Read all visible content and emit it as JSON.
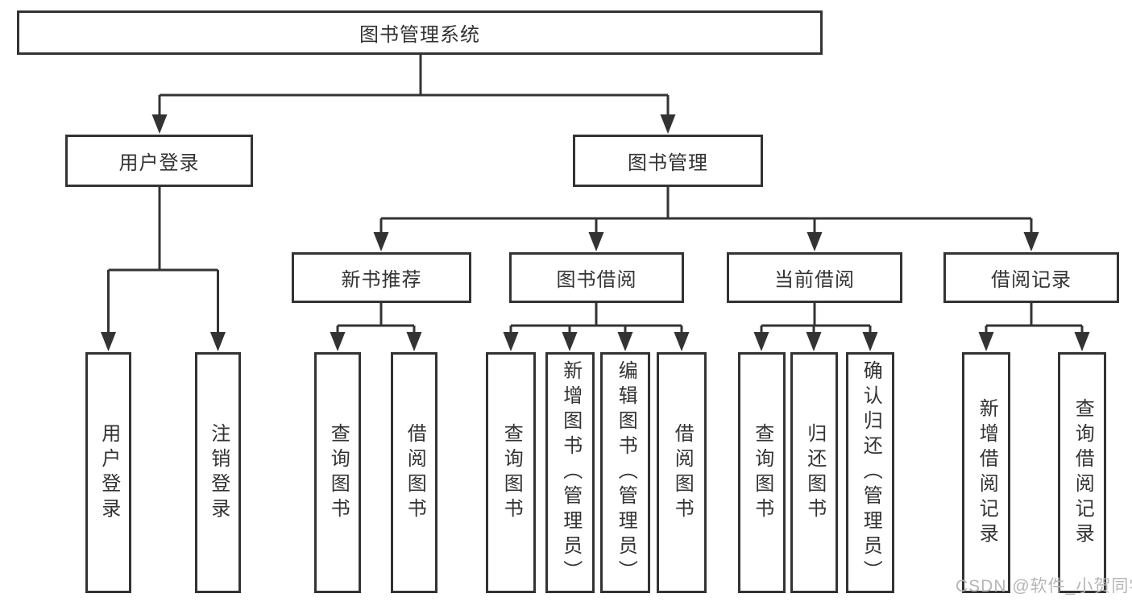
{
  "tree": {
    "label": "图书管理系统",
    "children": [
      {
        "label": "用户登录",
        "children": [
          {
            "label": "用户登录"
          },
          {
            "label": "注销登录"
          }
        ]
      },
      {
        "label": "图书管理",
        "children": [
          {
            "label": "新书推荐",
            "children": [
              {
                "label": "查询图书"
              },
              {
                "label": "借阅图书"
              }
            ]
          },
          {
            "label": "图书借阅",
            "children": [
              {
                "label": "查询图书"
              },
              {
                "label": "新增图书（管理员）"
              },
              {
                "label": "编辑图书（管理员）"
              },
              {
                "label": "借阅图书"
              }
            ]
          },
          {
            "label": "当前借阅",
            "children": [
              {
                "label": "查询图书"
              },
              {
                "label": "归还图书"
              },
              {
                "label": "确认归还（管理员）"
              }
            ]
          },
          {
            "label": "借阅记录",
            "children": [
              {
                "label": "新增借阅记录"
              },
              {
                "label": "查询借阅记录"
              }
            ]
          }
        ]
      }
    ]
  },
  "watermark": {
    "text": "CSDN @软件_小贺同学"
  },
  "colors": {
    "line": "#333333",
    "text": "#333333",
    "watermark": "#b6b6b6",
    "background": "#ffffff"
  }
}
